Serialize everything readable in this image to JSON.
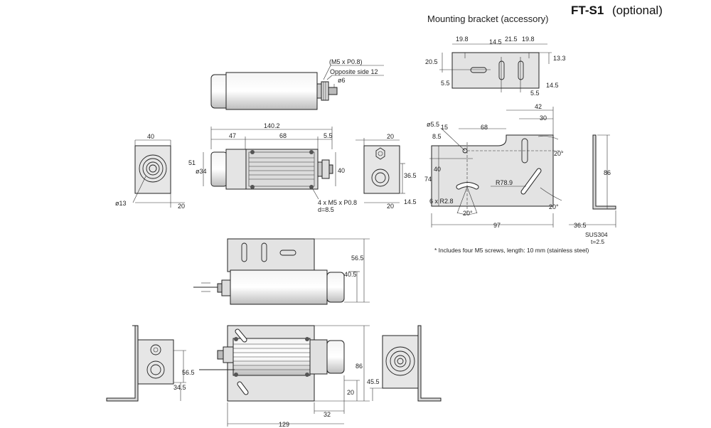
{
  "title": {
    "model": "FT-S1",
    "suffix": "(optional)"
  },
  "bracket_header": "Mounting bracket (accessory)",
  "bracket_note": "* Includes four M5 screws, length: 10 mm (stainless steel)",
  "material": {
    "name": "SUS304",
    "thickness": "t=2.5"
  },
  "sensor": {
    "thread": "(M5 x P0.8)",
    "opposite_side": "Opposite side 12",
    "cable_dia": "ø6",
    "length": "140.2",
    "d47": "47",
    "d68": "68",
    "d55": "5.5",
    "d51": "51",
    "d34": "ø34",
    "d40": "40",
    "holes_line1": "4 x M5 x P0.8",
    "holes_line2": "d=8.5",
    "end_w40": "40",
    "end_d13": "ø13",
    "end_20": "20",
    "side_20a": "20",
    "side_365": "36.5",
    "side_145": "14.5",
    "side_20b": "20"
  },
  "bracket_top": {
    "d198a": "19.8",
    "d145": "14.5",
    "d215": "21.5",
    "d198b": "19.8",
    "d205": "20.5",
    "d55l": "5.5",
    "d133": "13.3",
    "d145r": "14.5",
    "d55r": "5.5"
  },
  "bracket_front": {
    "d42": "42",
    "d30": "30",
    "d55": "ø5.5",
    "d15": "15",
    "d68": "68",
    "d85": "8.5",
    "d40": "40",
    "d74": "74",
    "r789": "R78.9",
    "holes": "6 x R2.8",
    "a20a": "20°",
    "a20b": "20°",
    "a20c": "20°",
    "d97": "97"
  },
  "bracket_side": {
    "d86": "86",
    "d365": "36.5"
  },
  "assembly_top": {
    "d565": "56.5",
    "d405": "40.5"
  },
  "assembly_front": {
    "l565": "56.5",
    "l345": "34.5",
    "d86": "86",
    "d20": "20",
    "d32": "32",
    "d129": "129",
    "r455": "45.5"
  }
}
